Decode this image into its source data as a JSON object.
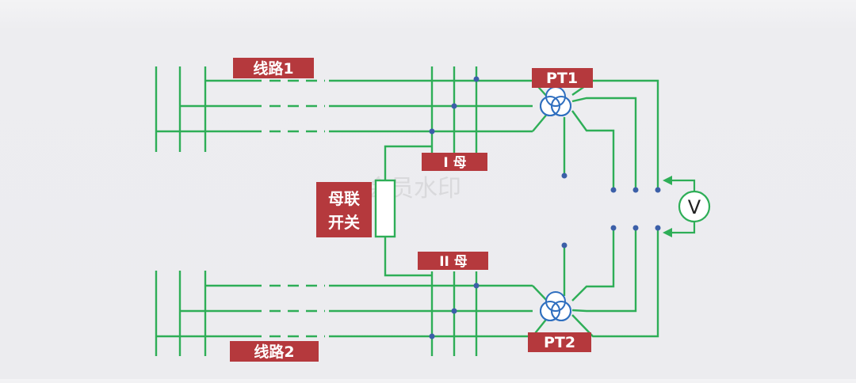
{
  "labels": {
    "line1": "线路1",
    "line2": "线路2",
    "pt1": "PT1",
    "pt2": "PT2",
    "bus1": "I 母",
    "bus2": "II 母",
    "coupler_line1": "母联",
    "coupler_line2": "开关",
    "meter": "V"
  },
  "watermark": "会员水印",
  "colors": {
    "wire": "#2eae57",
    "wire_dark": "#2a8f4a",
    "label_bg": "#b5393d",
    "label_text": "#ffffff",
    "node": "#3b5fa8",
    "transformer": "#2f6fbf",
    "background": "#ededf0"
  }
}
